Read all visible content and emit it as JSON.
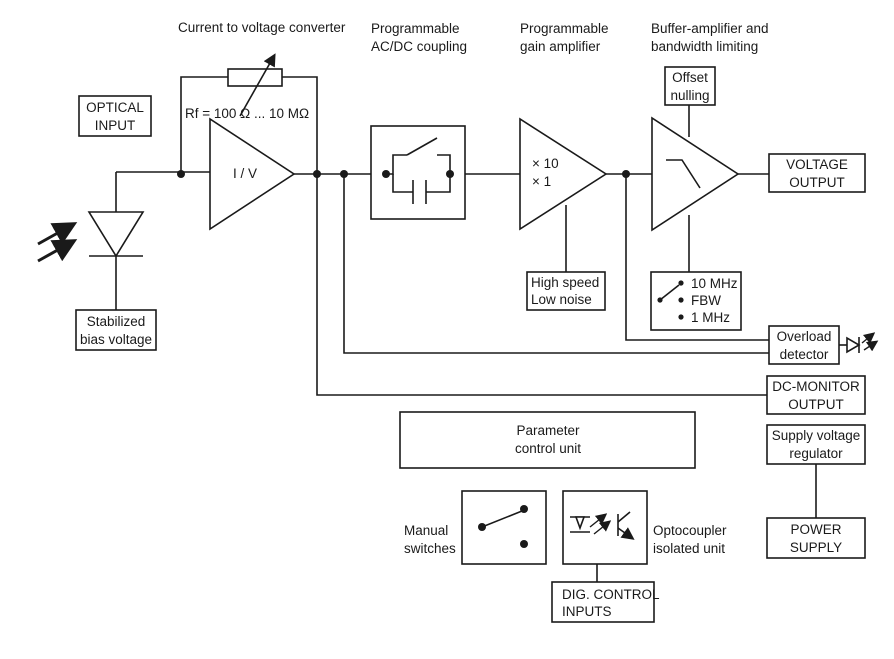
{
  "headings": {
    "iv_converter": "Current to voltage converter",
    "acdc_1": "Programmable",
    "acdc_2": "AC/DC coupling",
    "gain_1": "Programmable",
    "gain_2": "gain amplifier",
    "buffer_1": "Buffer-amplifier and",
    "buffer_2": "bandwidth limiting"
  },
  "boxes": {
    "optical_input_1": "OPTICAL",
    "optical_input_2": "INPUT",
    "bias_1": "Stabilized",
    "bias_2": "bias voltage",
    "offset_1": "Offset",
    "offset_2": "nulling",
    "voltage_output_1": "VOLTAGE",
    "voltage_output_2": "OUTPUT",
    "high_speed": "High speed",
    "low_noise": "Low noise",
    "overload_1": "Overload",
    "overload_2": "detector",
    "dc_monitor_1": "DC-MONITOR",
    "dc_monitor_2": "OUTPUT",
    "parameter_1": "Parameter",
    "parameter_2": "control unit",
    "supply_reg_1": "Supply voltage",
    "supply_reg_2": "regulator",
    "power_supply_1": "POWER",
    "power_supply_2": "SUPPLY",
    "dig_control_1": "DIG. CONTROL",
    "dig_control_2": "INPUTS"
  },
  "labels": {
    "rf": "Rf = 100 Ω ... 10 MΩ",
    "iv": "I / V",
    "gain_x10": "× 10",
    "gain_x1": "× 1",
    "bw_10mhz": "10 MHz",
    "bw_fbw": "FBW",
    "bw_1mhz": "1 MHz",
    "manual_1": "Manual",
    "manual_2": "switches",
    "opto_1": "Optocoupler",
    "opto_2": "isolated unit"
  }
}
